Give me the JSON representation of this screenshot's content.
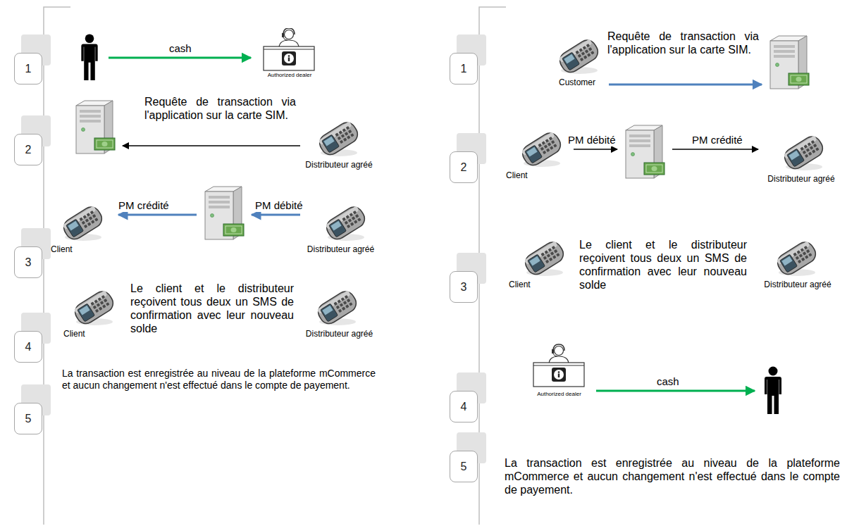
{
  "diagram": {
    "nodes": [
      {
        "text": []
      },
      {
        "text": [
          "Authorized dealer"
        ]
      },
      {
        "text": []
      },
      {
        "text": [
          "Distributeur agréé"
        ]
      },
      {
        "text": [
          "Client"
        ]
      },
      {
        "text": []
      },
      {
        "text": [
          "Distributeur agréé"
        ]
      },
      {
        "text": [
          "Client"
        ]
      },
      {
        "text": [
          "Distributeur agréé"
        ]
      },
      {
        "text": [
          "Customer"
        ]
      },
      {
        "text": []
      },
      {
        "text": [
          "Client"
        ]
      },
      {
        "text": []
      },
      {
        "text": [
          "Distributeur agréé"
        ]
      },
      {
        "text": [
          "Client"
        ]
      },
      {
        "text": [
          "Distributeur agréé"
        ]
      },
      {
        "text": [
          "Authorized dealer"
        ]
      },
      {
        "text": []
      }
    ],
    "edges": [
      {
        "from": 0,
        "to": 1,
        "label": "cash",
        "arrow": "to"
      },
      {
        "from": 3,
        "to": 2,
        "arrow": "to"
      },
      {
        "from": 5,
        "to": 4,
        "label": "PM crédité",
        "arrow": "to"
      },
      {
        "from": 6,
        "to": 5,
        "label": "PM débité",
        "arrow": "to"
      },
      {
        "from": 9,
        "to": 10,
        "arrow": "to"
      },
      {
        "from": 11,
        "to": 12,
        "label": "PM débité",
        "arrow": "to"
      },
      {
        "from": 12,
        "to": 13,
        "label": "PM crédité",
        "arrow": "to"
      },
      {
        "from": 16,
        "to": 17,
        "label": "cash",
        "arrow": "to"
      }
    ],
    "labels": [
      "1",
      "2",
      "3",
      "4",
      "5",
      "Requête de transaction via l'application sur la carte SIM.",
      "Le client et le distributeur reçoivent tous deux un SMS de confirmation avec leur nouveau solde",
      "La transaction est enregistrée au niveau de la plateforme mCommerce et aucun changement n'est effectué dans le compte de payement.",
      "1",
      "2",
      "3",
      "4",
      "5",
      "Requête de transaction via l'application sur la carte SIM.",
      "Le client et le distributeur reçoivent tous deux un SMS de confirmation avec leur nouveau solde",
      "La transaction est enregistrée au niveau de la plateforme mCommerce et aucun changement n'est effectué dans le compte de payement."
    ]
  }
}
